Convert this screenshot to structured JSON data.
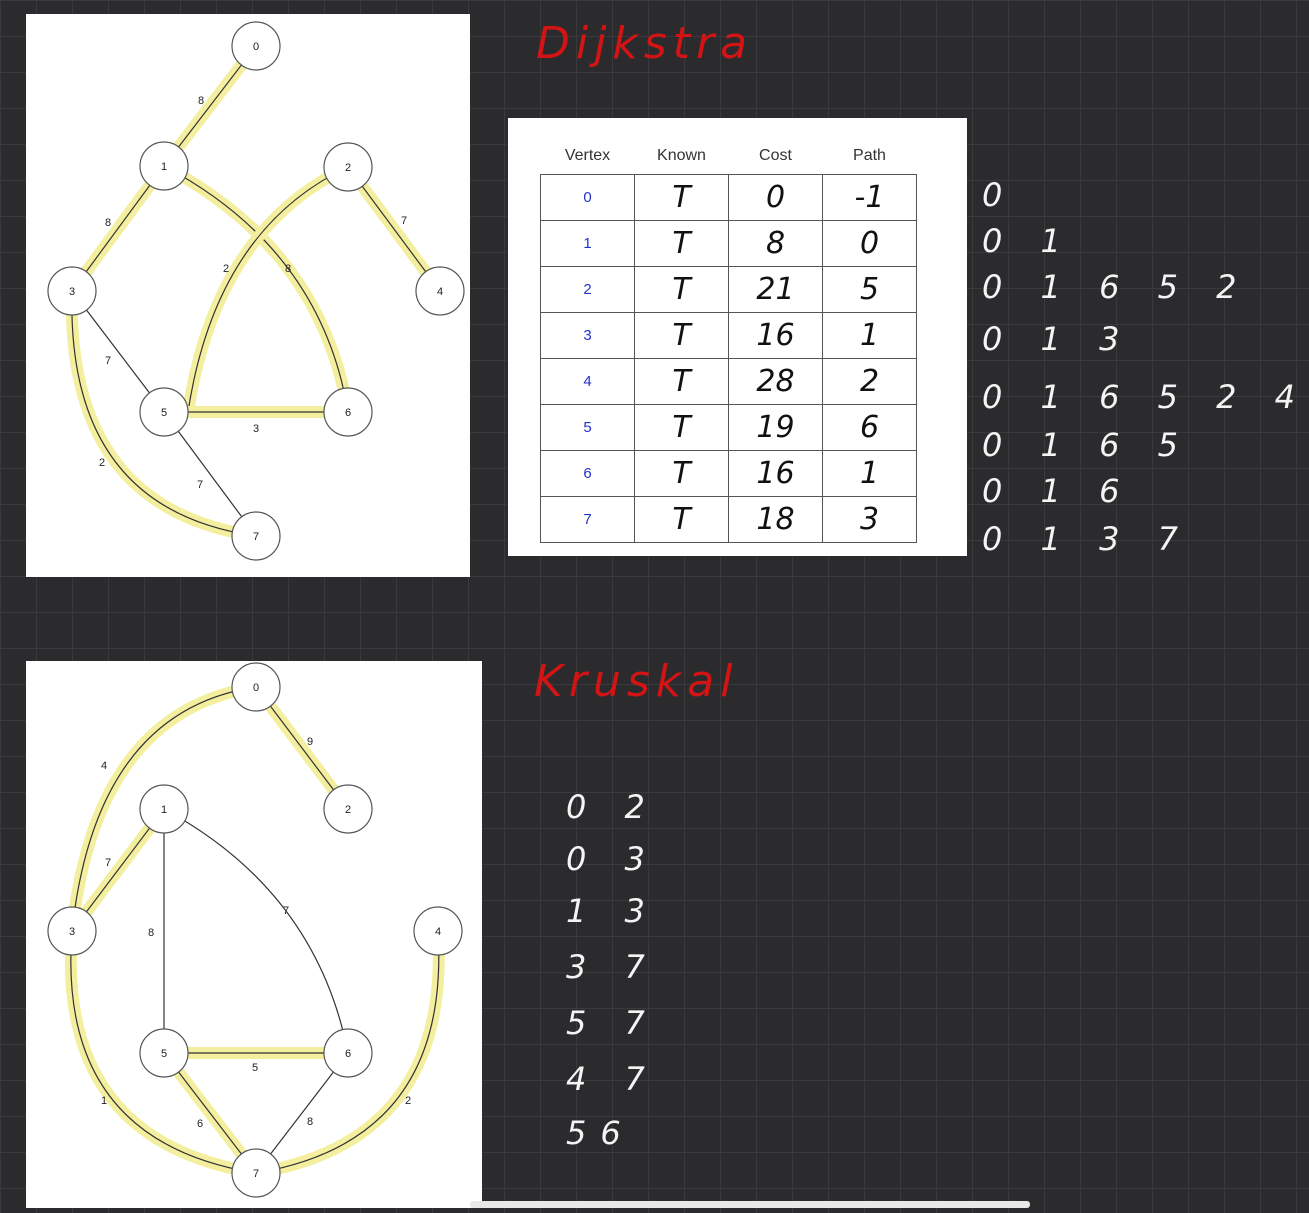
{
  "dijkstra": {
    "title": "Dijkstra",
    "graph": {
      "nodes": [
        "0",
        "1",
        "2",
        "3",
        "4",
        "5",
        "6",
        "7"
      ],
      "edges": [
        {
          "from": "0",
          "to": "1",
          "weight": "8",
          "highlighted": true
        },
        {
          "from": "1",
          "to": "3",
          "weight": "8",
          "highlighted": true
        },
        {
          "from": "1",
          "to": "6",
          "weight": "8",
          "highlighted": true
        },
        {
          "from": "2",
          "to": "5",
          "weight": "2",
          "highlighted": true
        },
        {
          "from": "2",
          "to": "4",
          "weight": "7",
          "highlighted": true
        },
        {
          "from": "3",
          "to": "5",
          "weight": "7",
          "highlighted": false
        },
        {
          "from": "3",
          "to": "7",
          "weight": "2",
          "highlighted": true
        },
        {
          "from": "5",
          "to": "6",
          "weight": "3",
          "highlighted": true
        },
        {
          "from": "5",
          "to": "7",
          "weight": "7",
          "highlighted": false
        }
      ]
    },
    "table": {
      "headers": [
        "Vertex",
        "Known",
        "Cost",
        "Path"
      ],
      "rows": [
        {
          "vertex": "0",
          "known": "T",
          "cost": "0",
          "path": "-1"
        },
        {
          "vertex": "1",
          "known": "T",
          "cost": "8",
          "path": "0"
        },
        {
          "vertex": "2",
          "known": "T",
          "cost": "21",
          "path": "5"
        },
        {
          "vertex": "3",
          "known": "T",
          "cost": "16",
          "path": "1"
        },
        {
          "vertex": "4",
          "known": "T",
          "cost": "28",
          "path": "2"
        },
        {
          "vertex": "5",
          "known": "T",
          "cost": "19",
          "path": "6"
        },
        {
          "vertex": "6",
          "known": "T",
          "cost": "16",
          "path": "1"
        },
        {
          "vertex": "7",
          "known": "T",
          "cost": "18",
          "path": "3"
        }
      ]
    },
    "paths": [
      "0",
      "0 1",
      "0 1 6 5 2",
      "0 1 3",
      "0 1 6 5 2 4",
      "0 1 6 5",
      "0 1 6",
      "0 1 3 7"
    ]
  },
  "kruskal": {
    "title": "Kruskal",
    "graph": {
      "nodes": [
        "0",
        "1",
        "2",
        "3",
        "4",
        "5",
        "6",
        "7"
      ],
      "edges": [
        {
          "from": "0",
          "to": "2",
          "weight": "9",
          "highlighted": true
        },
        {
          "from": "0",
          "to": "3",
          "weight": "4",
          "highlighted": true
        },
        {
          "from": "1",
          "to": "3",
          "weight": "7",
          "highlighted": true
        },
        {
          "from": "1",
          "to": "5",
          "weight": "8",
          "highlighted": false
        },
        {
          "from": "1",
          "to": "6",
          "weight": "7",
          "highlighted": false
        },
        {
          "from": "3",
          "to": "7",
          "weight": "1",
          "highlighted": true
        },
        {
          "from": "5",
          "to": "6",
          "weight": "5",
          "highlighted": true
        },
        {
          "from": "5",
          "to": "7",
          "weight": "6",
          "highlighted": true
        },
        {
          "from": "6",
          "to": "7",
          "weight": "8",
          "highlighted": false
        },
        {
          "from": "4",
          "to": "7",
          "weight": "2",
          "highlighted": true
        }
      ]
    },
    "edges_list": [
      "0 2",
      "0 3",
      "1 3",
      "3 7",
      "5 7",
      "4 7",
      "56"
    ]
  },
  "colors": {
    "highlight": "#f3ef9e",
    "title": "#d41414",
    "background": "#2b2b2d"
  }
}
